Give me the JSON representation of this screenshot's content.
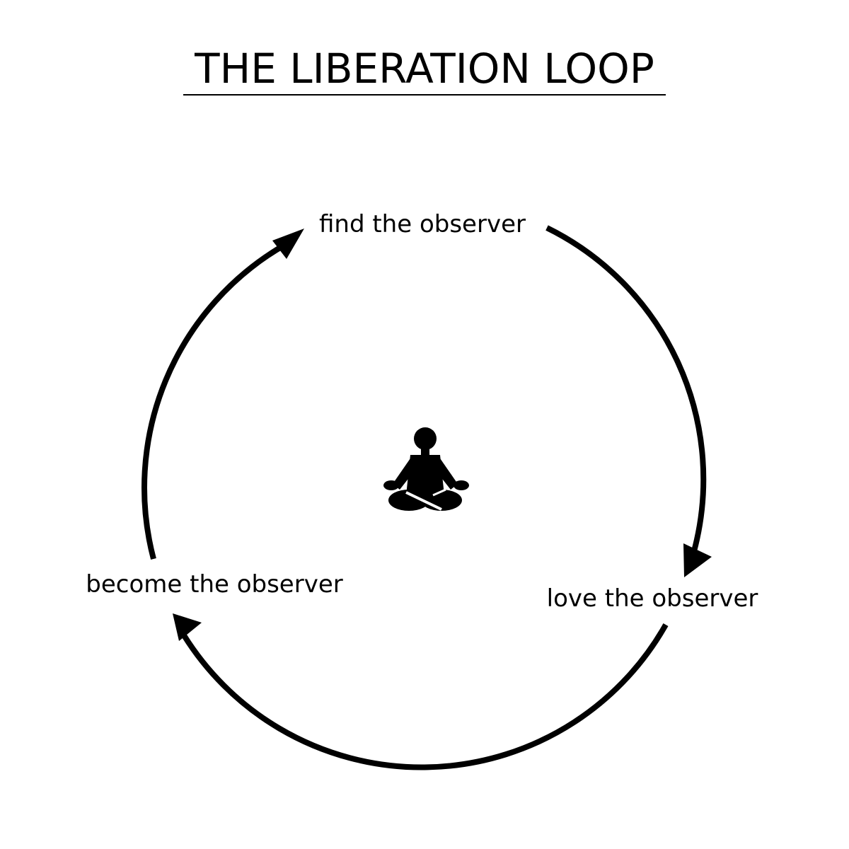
{
  "title": "THE LIBERATION LOOP",
  "stages": [
    {
      "id": "find",
      "label": "find the observer"
    },
    {
      "id": "love",
      "label": "love the observer"
    },
    {
      "id": "become",
      "label": "become the observer"
    }
  ],
  "center_icon": "meditating-person-icon",
  "colors": {
    "ink": "#000000",
    "background": "#ffffff"
  }
}
